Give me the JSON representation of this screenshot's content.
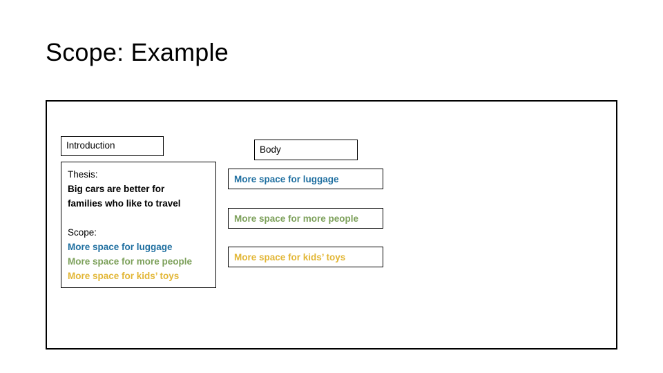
{
  "slide": {
    "title": "Scope: Example",
    "background_color": "#FFFFFF",
    "frame_border_color": "#000000"
  },
  "colors": {
    "blue": "#1F6FA0",
    "green": "#7CA05A",
    "gold": "#E2B635",
    "black": "#000000"
  },
  "columns": {
    "introduction": {
      "header": "Introduction",
      "content": {
        "thesis_label": "Thesis:",
        "thesis_line_1": "Big cars are better for",
        "thesis_line_2": "families who like to travel",
        "scope_label": "Scope:",
        "scope_items": [
          {
            "text": "More space for luggage",
            "color": "#1F6FA0"
          },
          {
            "text": "More space for more people",
            "color": "#7CA05A"
          },
          {
            "text": "More space for kids’ toys",
            "color": "#E2B635"
          }
        ]
      }
    },
    "body": {
      "header": "Body",
      "points": [
        {
          "text": "More space for luggage",
          "color": "#1F6FA0"
        },
        {
          "text": "More space for more people",
          "color": "#7CA05A"
        },
        {
          "text": "More space for kids’ toys",
          "color": "#E2B635"
        }
      ]
    }
  }
}
